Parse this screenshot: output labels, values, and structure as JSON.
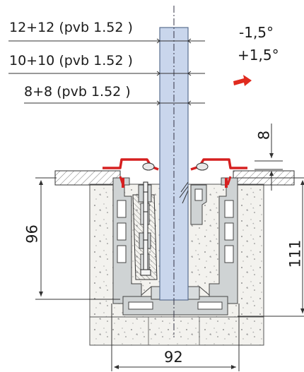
{
  "glass_options": [
    {
      "label": "12+12 (pvb 1.52 )"
    },
    {
      "label": "10+10 (pvb 1.52 )"
    },
    {
      "label": "8+8 (pvb 1.52 )"
    }
  ],
  "tilt": {
    "minus": "-1,5°",
    "plus": "+1,5°"
  },
  "dimensions": {
    "top_gap": "8",
    "embed_depth": "96",
    "profile_height": "111",
    "profile_width": "92"
  },
  "colors": {
    "glass": "#c9d6ec",
    "aluminium": "#cfd3d4",
    "seal": "#d62020",
    "arrow": "#e02a1e",
    "concrete": "#f1f0ec",
    "line": "#333333"
  },
  "icons": {
    "tilt_arrow": "right-arrow-icon"
  }
}
